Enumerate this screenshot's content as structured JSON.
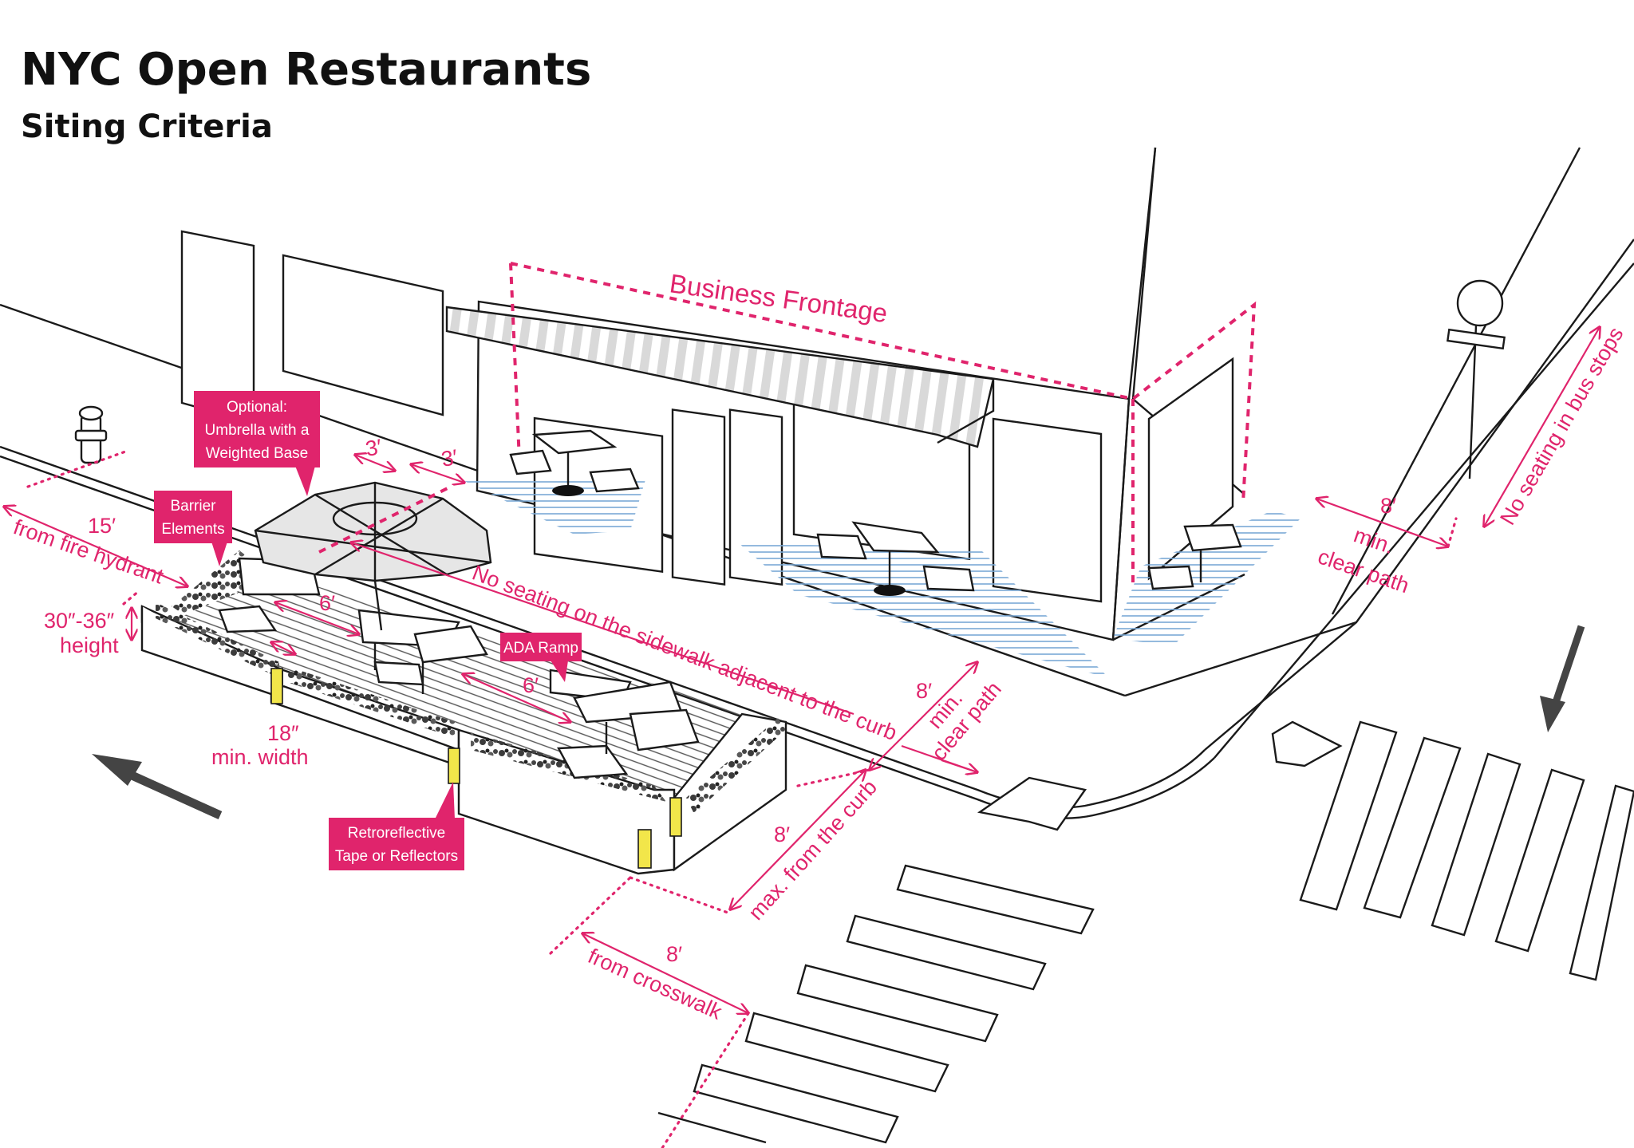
{
  "title": "NYC Open Restaurants",
  "subtitle": "Siting Criteria",
  "colors": {
    "accent": "#e0246c",
    "ink": "#1a1a1a",
    "seating_hatch": "#7aa9d6",
    "reflector": "#f2e64a"
  },
  "tags": {
    "umbrella": [
      "Optional:",
      "Umbrella with a",
      "Weighted Base"
    ],
    "barrier": [
      "Barrier",
      "Elements"
    ],
    "ada_ramp": [
      "ADA Ramp"
    ],
    "retroreflective": [
      "Retroreflective",
      "Tape or Reflectors"
    ]
  },
  "labels": {
    "business_frontage": "Business Frontage",
    "no_seating_sidewalk": "No seating on the sidewalk adjacent to the curb",
    "no_seating_bus": "No seating in bus stops",
    "gap_1": "3′",
    "gap_2": "3′",
    "hydrant_value": "15′",
    "hydrant_text": "from fire hydrant",
    "height_value": "30″-36″",
    "height_text": "height",
    "width_value": "18″",
    "width_text": "min. width",
    "aisle_1": "6′",
    "aisle_2": "6′",
    "clear_path_right_value": "8′",
    "clear_path_right_text_1": "min.",
    "clear_path_right_text_2": "clear path",
    "clear_path_center_value": "8′",
    "clear_path_center_text_1": "min.",
    "clear_path_center_text_2": "clear path",
    "curb_value": "8′",
    "curb_text": "max. from the curb",
    "crosswalk_value": "8′",
    "crosswalk_text": "from crosswalk"
  }
}
